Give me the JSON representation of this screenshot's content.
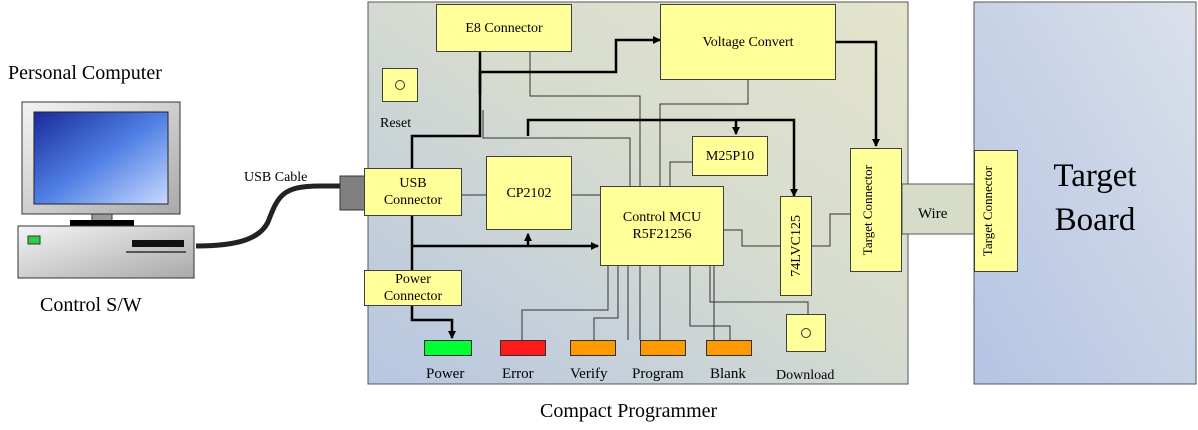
{
  "pc": {
    "title": "Personal Computer",
    "software": "Control S/W",
    "cable": "USB Cable"
  },
  "programmer": {
    "caption": "Compact Programmer",
    "reset_label": "Reset",
    "download_label": "Download",
    "blocks": {
      "e8": "E8 Connector",
      "voltage": "Voltage Convert",
      "usb": "USB Connector",
      "cp2102": "CP2102",
      "m25p10": "M25P10",
      "mcu": "Control MCU R5F21256",
      "buffer": "74LVC125",
      "target_conn": "Target Connector",
      "power_conn": "Power Connector"
    },
    "leds": [
      {
        "label": "Power",
        "color": "#00ff33"
      },
      {
        "label": "Error",
        "color": "#ff1a1a"
      },
      {
        "label": "Verify",
        "color": "#ff9900"
      },
      {
        "label": "Program",
        "color": "#ff9900"
      },
      {
        "label": "Blank",
        "color": "#ff9900"
      }
    ]
  },
  "link": {
    "wire": "Wire"
  },
  "target": {
    "title": "Target Board",
    "connector": "Target Connector"
  }
}
